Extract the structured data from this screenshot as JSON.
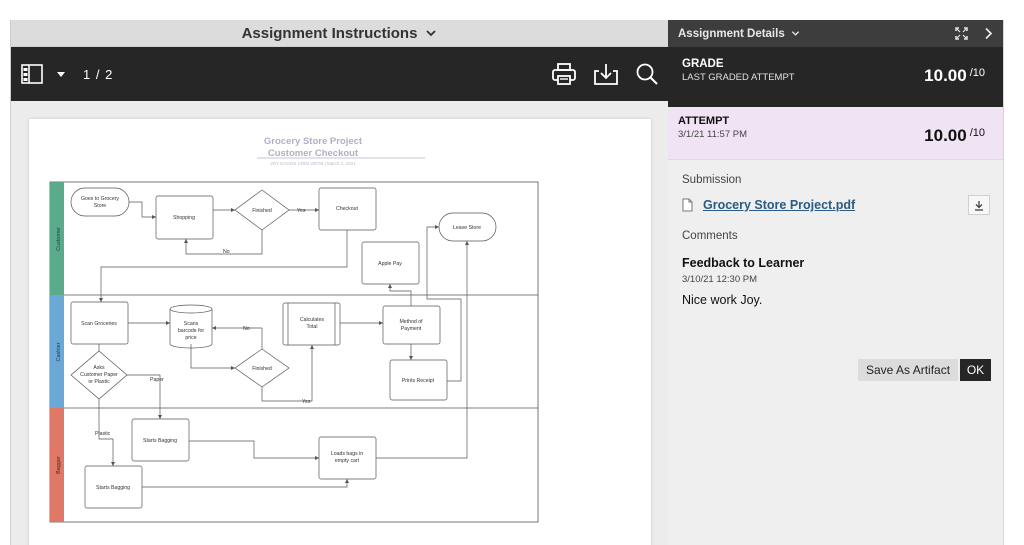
{
  "viewer": {
    "title": "Assignment Instructions",
    "page_indicator": "1 / 2"
  },
  "document": {
    "title": "Grocery Store Project",
    "subtitle": "Customer Checkout",
    "byline": "JOY DAGGS CRIM 2007B | March 1, 2021",
    "lanes": [
      "Customer",
      "Cashier",
      "Bagger"
    ],
    "nodes": {
      "goes_to_store_1": "Goes to Grocery",
      "goes_to_store_2": "Store",
      "shopping": "Shopping",
      "finished_1": "Finished",
      "checkout": "Checkout",
      "leave_store": "Leave Store",
      "apple_pay": "Apple Pay",
      "scan_groceries": "Scan Groceries",
      "scans_barcode_1": "Scans",
      "scans_barcode_2": "barcode for",
      "scans_barcode_3": "price",
      "calculates_1": "Calculates",
      "calculates_2": "Total",
      "method_1": "Method of",
      "method_2": "Payment",
      "finished_2": "Finished",
      "prints_receipt": "Prints Receipt",
      "asks_1": "Asks",
      "asks_2": "Customer Paper",
      "asks_3": "or Plastic",
      "starts_bagging_1": "Starts Bagging",
      "starts_bagging_2": "Starts Bagging",
      "loads_1": "Loads bags in",
      "loads_2": "empty cart"
    },
    "edge_labels": {
      "yes_1": "Yes",
      "no_1": "No",
      "no_2": "No",
      "yes_2": "Yes",
      "paper": "Paper",
      "plastic": "Plastic"
    }
  },
  "panel": {
    "title": "Assignment Details",
    "grade_label": "GRADE",
    "grade_sub": "LAST GRADED ATTEMPT",
    "grade_score": "10.00",
    "grade_max": "/10",
    "attempt_label": "ATTEMPT",
    "attempt_date": "3/1/21 11:57 PM",
    "attempt_score": "10.00",
    "attempt_max": "/10",
    "submission_label": "Submission",
    "file_name": "Grocery Store Project.pdf",
    "comments_label": "Comments",
    "feedback_title": "Feedback to Learner",
    "feedback_date": "3/10/21 12:30 PM",
    "feedback_text": "Nice work Joy.",
    "save_artifact_label": "Save As Artifact",
    "ok_label": "OK"
  },
  "colors": {
    "lane_customer": "#5aaa8c",
    "lane_cashier": "#6aa8d8",
    "lane_bagger": "#e07868",
    "dark_bar": "#262626",
    "attempt_bg": "#f0e4f4",
    "link": "#2b5b82"
  },
  "icons": [
    "chevron-down-icon",
    "sidebar-toggle-icon",
    "print-icon",
    "download-icon",
    "search-icon",
    "expand-icon",
    "chevron-right-icon",
    "file-icon"
  ]
}
